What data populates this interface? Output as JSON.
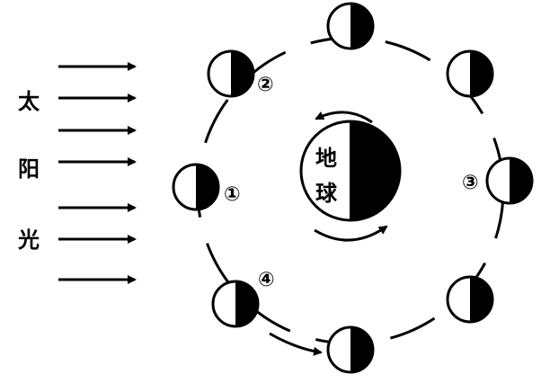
{
  "diagram": {
    "sun_label_chars": [
      "太",
      "阳",
      "光"
    ],
    "earth_label_chars": [
      "地",
      "球"
    ],
    "position_labels": [
      "①",
      "②",
      "③",
      "④"
    ],
    "colors": {
      "ink": "#000000",
      "background": "#ffffff"
    }
  }
}
